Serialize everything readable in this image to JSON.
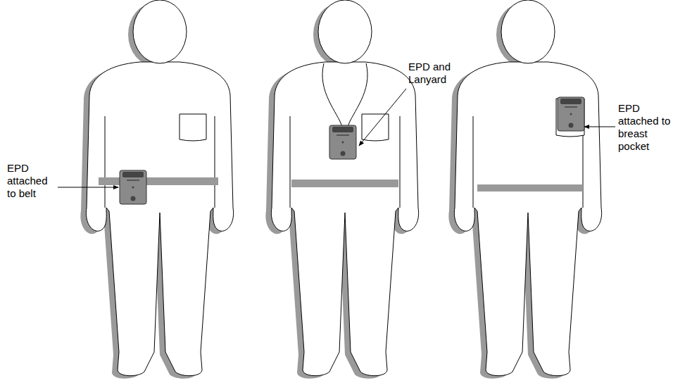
{
  "diagram": {
    "labels": [
      "EPD attached to belt",
      "EPD and Lanyard",
      "EPD attached to breast pocket"
    ]
  }
}
